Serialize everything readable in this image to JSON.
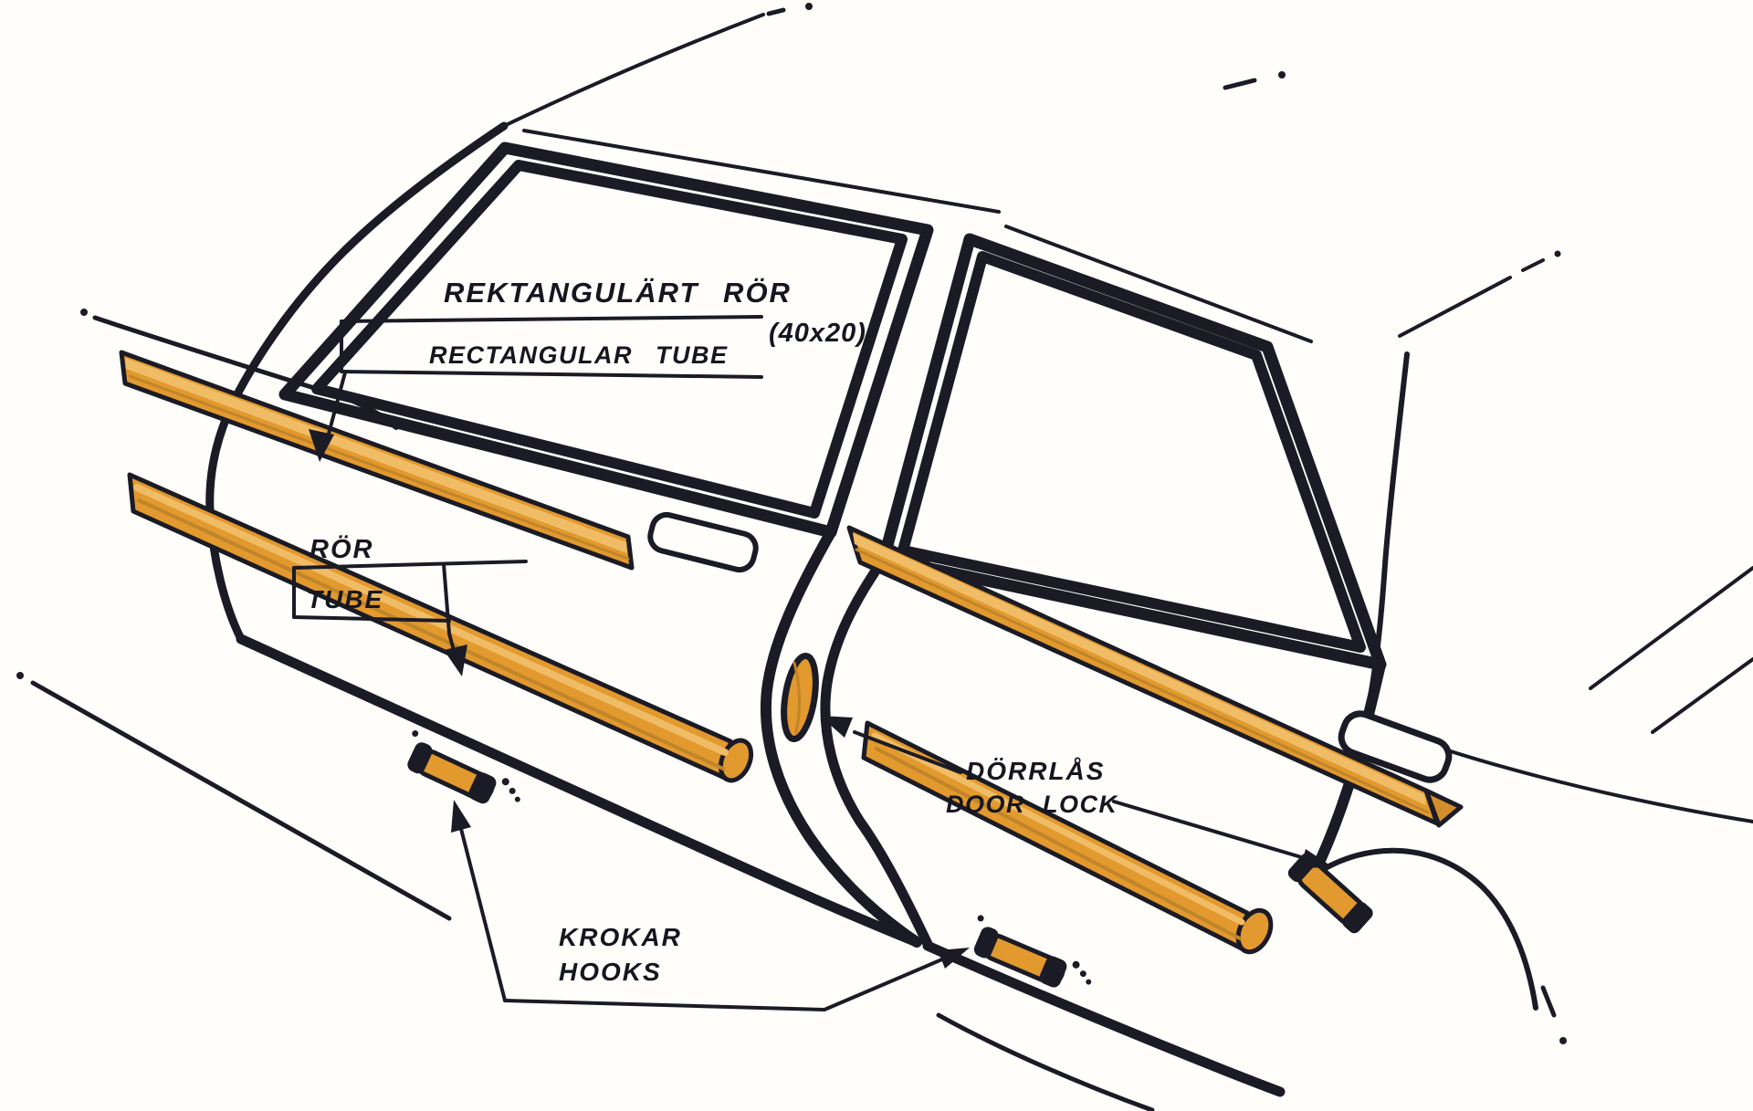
{
  "labels": {
    "rect_tube_sv": "REKTANGULÄRT RÖR",
    "rect_tube_dim": "(40x20)",
    "rect_tube_en": "RECTANGULAR TUBE",
    "tube_sv": "RÖR",
    "tube_en": "TUBE",
    "door_lock_sv": "DÖRRLÅS",
    "door_lock_en": "DOOR LOCK",
    "hooks_sv": "KROKAR",
    "hooks_en": "HOOKS"
  },
  "palette": {
    "line": "#1b1b26",
    "bar_fill": "#e2992e",
    "bar_highlight": "#f0bd66",
    "bar_shadow": "#c0852a",
    "paper": "#fffefb"
  },
  "icons": {
    "arrow_to_rect_tube": "arrow-down",
    "arrow_to_tube": "arrow-down-right",
    "arrow_to_front_lock": "arrow-up-left",
    "arrow_to_rear_lock": "arrow-down-right",
    "arrow_to_front_hook": "arrow-up",
    "arrow_to_rear_hook": "arrow-up-right"
  }
}
